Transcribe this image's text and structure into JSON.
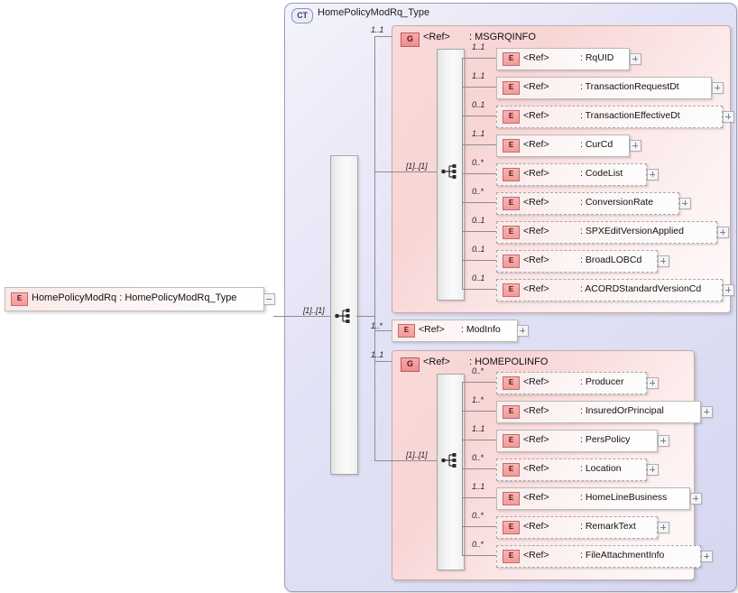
{
  "diagram": {
    "type": "xsd-schema-tree",
    "root_element": {
      "icon": "E",
      "label": "HomePolicyModRq  :  HomePolicyModRq_Type",
      "toggle": "minus"
    },
    "complex_type": {
      "tag": "CT",
      "title": "HomePolicyModRq_Type",
      "sequence_cardinality": "[1]..[1]"
    },
    "ref_text": "<Ref>",
    "groups": [
      {
        "tag": "G",
        "ref": "<Ref>",
        "name": ": MSGRQINFO",
        "cardinality": "1..1",
        "sequence_cardinality": "[1]..[1]",
        "children": [
          {
            "icon": "E",
            "ref": "<Ref>",
            "name": ": RqUID",
            "cardinality": "1..1",
            "optional": false,
            "toggle": "plus"
          },
          {
            "icon": "E",
            "ref": "<Ref>",
            "name": ": TransactionRequestDt",
            "cardinality": "1..1",
            "optional": false,
            "toggle": "plus"
          },
          {
            "icon": "E",
            "ref": "<Ref>",
            "name": ": TransactionEffectiveDt",
            "cardinality": "0..1",
            "optional": true,
            "toggle": "plus"
          },
          {
            "icon": "E",
            "ref": "<Ref>",
            "name": ": CurCd",
            "cardinality": "1..1",
            "optional": false,
            "toggle": "plus"
          },
          {
            "icon": "E",
            "ref": "<Ref>",
            "name": ": CodeList",
            "cardinality": "0..*",
            "optional": true,
            "toggle": "plus"
          },
          {
            "icon": "E",
            "ref": "<Ref>",
            "name": ": ConversionRate",
            "cardinality": "0..*",
            "optional": true,
            "toggle": "plus"
          },
          {
            "icon": "E",
            "ref": "<Ref>",
            "name": ": SPXEditVersionApplied",
            "cardinality": "0..1",
            "optional": true,
            "toggle": "plus"
          },
          {
            "icon": "E",
            "ref": "<Ref>",
            "name": ": BroadLOBCd",
            "cardinality": "0..1",
            "optional": true,
            "toggle": "plus"
          },
          {
            "icon": "E",
            "ref": "<Ref>",
            "name": ": ACORDStandardVersionCd",
            "cardinality": "0..1",
            "optional": true,
            "toggle": "plus"
          }
        ]
      },
      {
        "tag": "G",
        "ref": "<Ref>",
        "name": ": HOMEPOLINFO",
        "cardinality": "1..1",
        "sequence_cardinality": "[1]..[1]",
        "children": [
          {
            "icon": "E",
            "ref": "<Ref>",
            "name": ": Producer",
            "cardinality": "0..*",
            "optional": true,
            "toggle": "plus"
          },
          {
            "icon": "E",
            "ref": "<Ref>",
            "name": ": InsuredOrPrincipal",
            "cardinality": "1..*",
            "optional": false,
            "toggle": "plus"
          },
          {
            "icon": "E",
            "ref": "<Ref>",
            "name": ": PersPolicy",
            "cardinality": "1..1",
            "optional": false,
            "toggle": "plus"
          },
          {
            "icon": "E",
            "ref": "<Ref>",
            "name": ": Location",
            "cardinality": "0..*",
            "optional": true,
            "toggle": "plus"
          },
          {
            "icon": "E",
            "ref": "<Ref>",
            "name": ": HomeLineBusiness",
            "cardinality": "1..1",
            "optional": false,
            "toggle": "plus"
          },
          {
            "icon": "E",
            "ref": "<Ref>",
            "name": ": RemarkText",
            "cardinality": "0..*",
            "optional": true,
            "toggle": "plus"
          },
          {
            "icon": "E",
            "ref": "<Ref>",
            "name": ": FileAttachmentInfo",
            "cardinality": "0..*",
            "optional": true,
            "toggle": "plus"
          }
        ]
      }
    ],
    "standalone_elements": [
      {
        "icon": "E",
        "ref": "<Ref>",
        "name": ": ModInfo",
        "cardinality": "1..*",
        "optional": false,
        "toggle": "plus"
      }
    ],
    "colors": {
      "complex_type_fill": "#dcdcf2",
      "complex_type_border": "#9a9ac0",
      "group_fill": "#f8d5d5",
      "group_border": "#c9a8a8",
      "element_fill": "#fdf3f3",
      "element_border": "#b9b9b9",
      "icon_red": "#f19a9a",
      "line": "#8d8d8d"
    }
  }
}
